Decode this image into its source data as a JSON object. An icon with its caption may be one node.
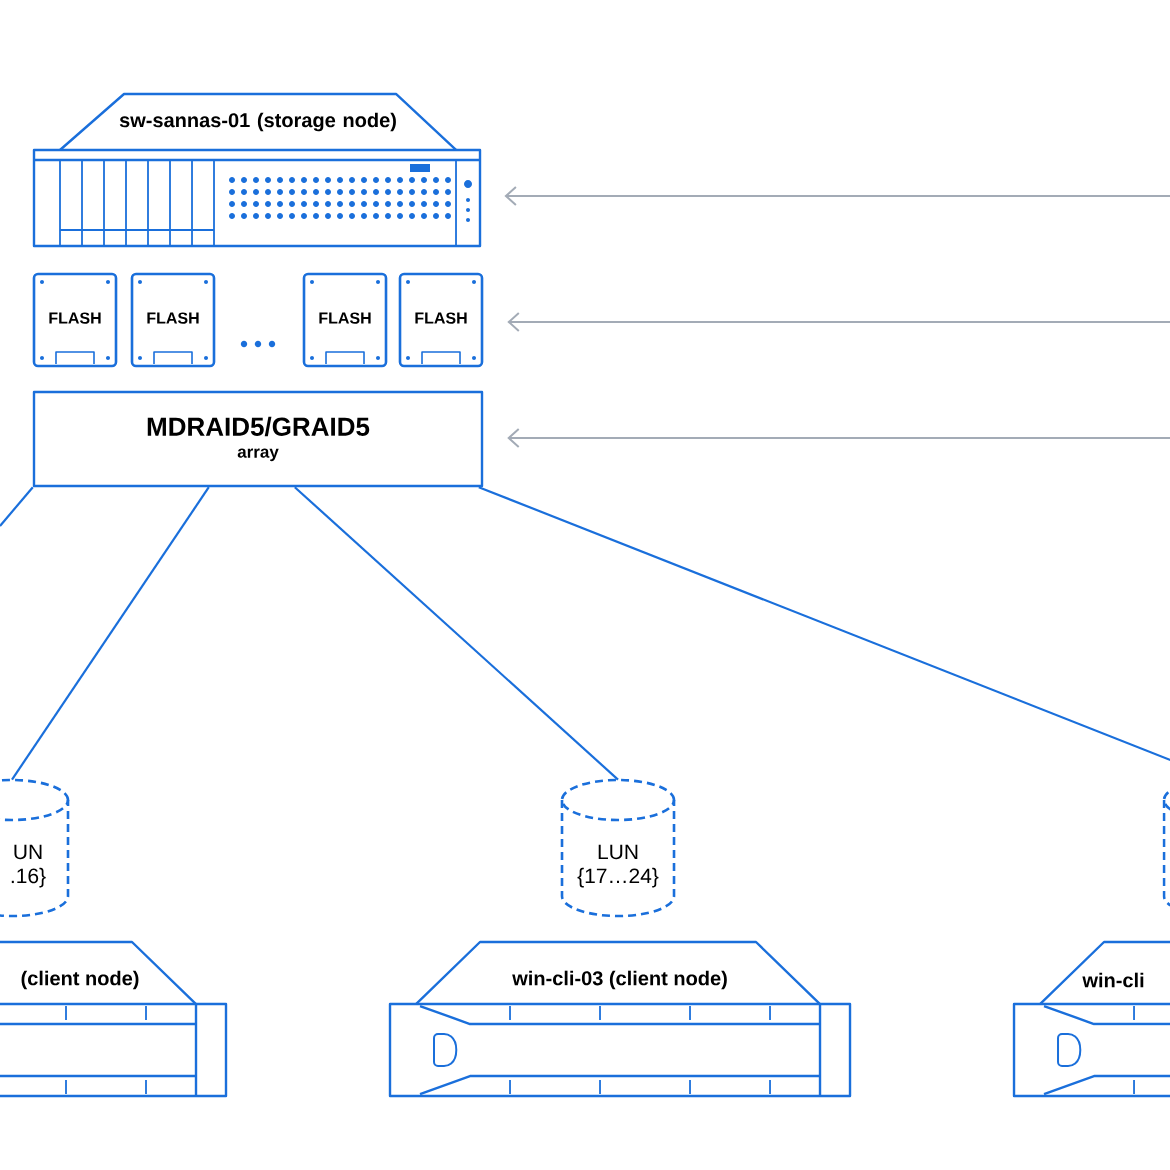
{
  "diagram": {
    "nodes": [
      {
        "text": [
          "sw-sannas-01 (storage node)"
        ]
      },
      {
        "text": [
          "FLASH"
        ]
      },
      {
        "text": [
          "FLASH"
        ]
      },
      {
        "text": [
          "FLASH"
        ]
      },
      {
        "text": [
          "FLASH"
        ]
      },
      {
        "text": [
          "MDRAID5/GRAID5",
          "array"
        ]
      },
      {
        "text": [
          "UN",
          ".16}"
        ]
      },
      {
        "text": [
          "LUN",
          "{17…24}"
        ]
      },
      {
        "text": [],
        "shape": "cylinder"
      },
      {
        "text": [
          "(client node)"
        ]
      },
      {
        "text": [
          "win-cli-03 (client node)"
        ]
      },
      {
        "text": [
          "win-cli"
        ]
      }
    ],
    "edges": [
      {
        "from": null,
        "to": 0,
        "arrow": "to",
        "color": "#a3abb6"
      },
      {
        "from": null,
        "to": 4,
        "arrow": "to",
        "color": "#a3abb6"
      },
      {
        "from": null,
        "to": 5,
        "arrow": "to",
        "color": "#a3abb6"
      },
      {
        "from": 5,
        "to": null,
        "arrow": "none"
      },
      {
        "from": 5,
        "to": 6,
        "arrow": "none"
      },
      {
        "from": 5,
        "to": 7,
        "arrow": "none"
      },
      {
        "from": 5,
        "to": 8,
        "arrow": "none"
      }
    ]
  }
}
